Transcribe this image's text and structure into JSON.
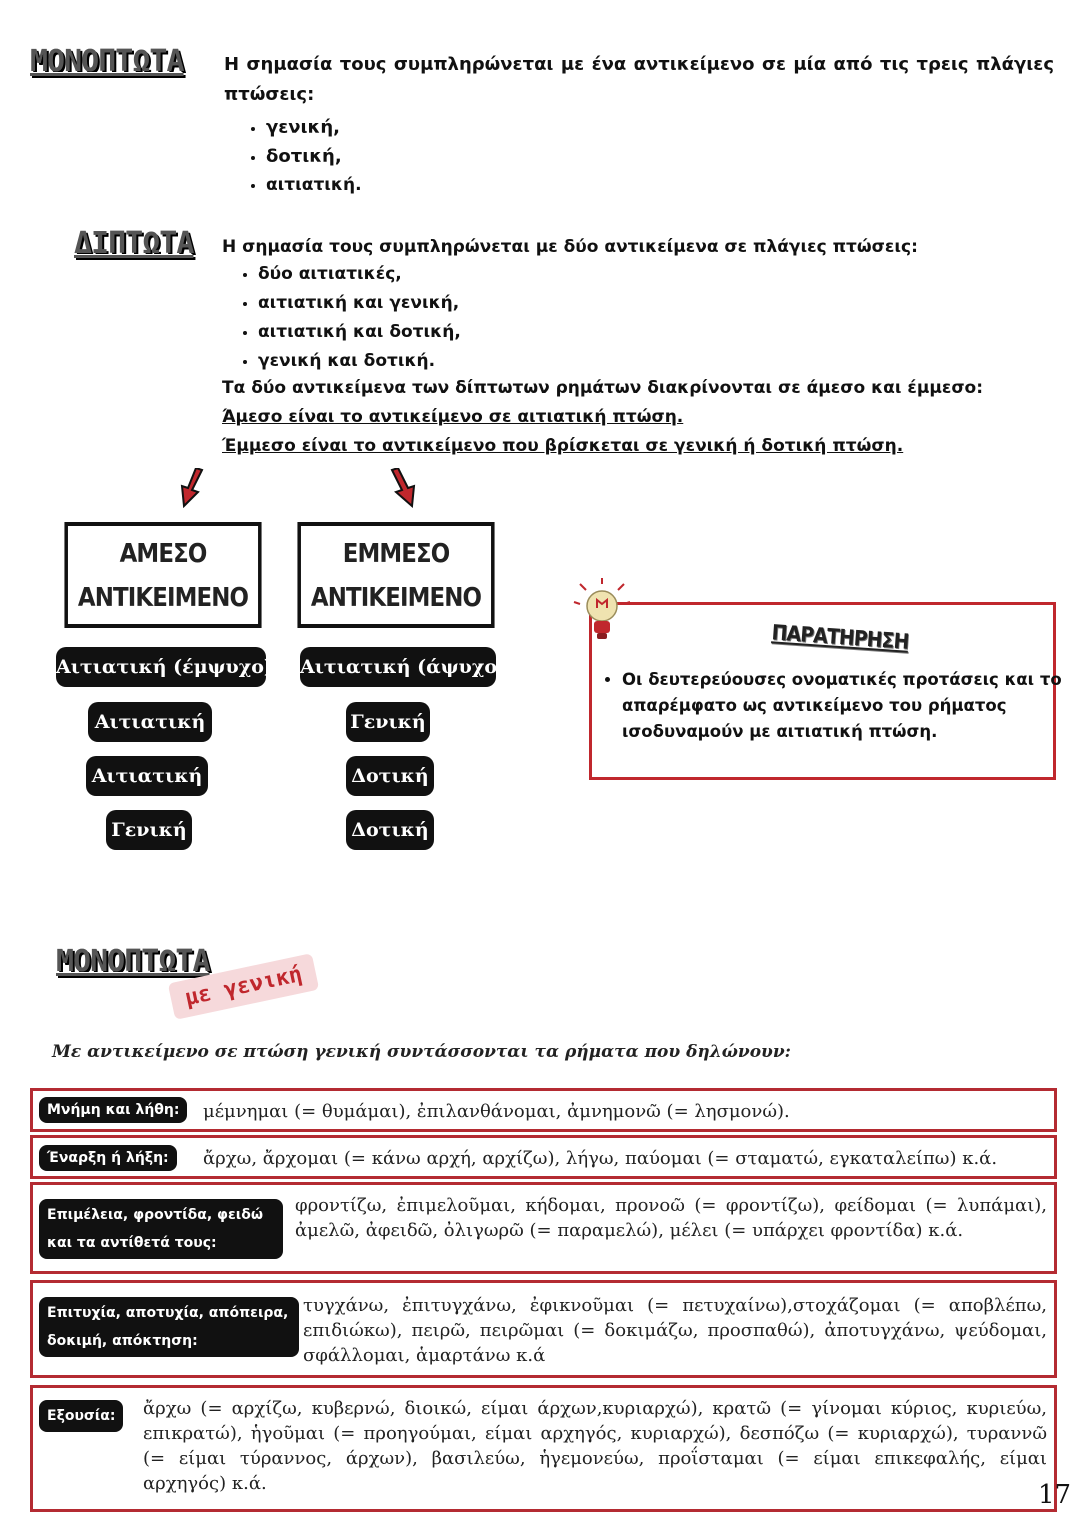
{
  "monoptota": {
    "title": "ΜΟΝΟΠΤΩΤΑ",
    "text": "Η σημασία τους συμπληρώνεται με ένα αντικείμενο σε μία από τις τρεις πλάγιες πτώσεις:",
    "cases": [
      "γενική,",
      "δοτική,",
      "αιτιατική."
    ]
  },
  "diptota": {
    "title": "ΔΙΠΤΩΤΑ",
    "text": "Η σημασία τους συμπληρώνεται με δύο αντικείμενα σε πλάγιες πτώσεις:",
    "cases": [
      "δύο αιτιατικές,",
      "αιτιατική και γενική,",
      "αιτιατική και δοτική,",
      "γενική και δοτική."
    ],
    "distinction": "Τα δύο αντικείμενα των δίπτωτων ρημάτων διακρίνονται σε άμεσο και έμμεσο:",
    "direct_def": "Άμεσο είναι το αντικείμενο σε αιτιατική πτώση.",
    "indirect_def": "Έμμεσο είναι το αντικείμενο που βρίσκεται σε γενική ή δοτική πτώση."
  },
  "direct": {
    "line1": "ΑΜΕΣΟ",
    "line2": "ΑΝΤΙΚΕΙΜΕΝΟ",
    "pills": [
      "Αιτιατική (έμψυχο)",
      "Αιτιατική",
      "Αιτιατική",
      "Γενική"
    ]
  },
  "indirect": {
    "line1": "ΕΜΜΕΣΟ",
    "line2": "ΑΝΤΙΚΕΙΜΕΝΟ",
    "pills": [
      "Αιτιατική (άψυχο)",
      "Γενική",
      "Δοτική",
      "Δοτική"
    ]
  },
  "note": {
    "title": "ΠΑΡΑΤΗΡΗΣΗ",
    "text": "Οι δευτερεύουσες ονοματικές προτάσεις και το απαρέμφατο ως αντικείμενο του ρήματος ισοδυναμούν με αιτιατική πτώση."
  },
  "genitive": {
    "title": "ΜΟΝΟΠΤΩΤΑ",
    "subtitle": "με γενική",
    "intro": "Με αντικείμενο σε πτώση γενική συντάσσονται τα ρήματα που δηλώνουν:",
    "rows": [
      {
        "tag": "Μνήμη και λήθη:",
        "text": "μέμνημαι (= θυμάμαι), ἐπιλανθάνομαι, ἀμνημονῶ (= λησμονώ)."
      },
      {
        "tag": "Έναρξη ή λήξη:",
        "text": "ἄρχω, ἄρχομαι (= κάνω αρχή, αρχίζω), λήγω, παύομαι (= σταματώ, εγκαταλείπω) κ.ά."
      },
      {
        "tag": "Επιμέλεια, φροντίδα, φειδώ και τα αντίθετά τους:",
        "text": "φροντίζω, ἐπιμελοῦμαι, κήδομαι, προνοῶ (= φροντίζω), φείδομαι (= λυπάμαι), ἀμελῶ, ἀφειδῶ, ὀλιγωρῶ (= παραμελώ), μέλει (= υπάρχει φροντίδα) κ.ά."
      },
      {
        "tag": "Επιτυχία, αποτυχία, απόπειρα, δοκιμή, απόκτηση:",
        "text": "τυγχάνω, ἐπιτυγχάνω, ἐφικνοῦμαι (= πετυχαίνω),στοχάζομαι (= αποβλέπω, επιδιώκω), πειρῶ, πειρῶμαι (= δοκιμάζω, προσπαθώ), ἀποτυγχάνω, ψεύδομαι, σφάλλομαι, ἁμαρτάνω κ.ά"
      },
      {
        "tag": "Εξουσία:",
        "text": "ἄρχω (= αρχίζω, κυβερνώ, διοικώ, είμαι άρχων,κυριαρχώ), κρατῶ (= γίνομαι κύριος, κυριεύω, επικρατώ), ἡγοῦμαι (= προηγούμαι, είμαι αρχηγός, κυριαρχώ), δεσπόζω (= κυριαρχώ), τυραννῶ (= είμαι τύραννος, άρχων), βασιλεύω, ἡγεμονεύω, προΐσταμαι (= είμαι επικεφαλής, είμαι αρχηγός) κ.ά."
      }
    ]
  },
  "page_number": "17",
  "colors": {
    "accent_red": "#c0272d",
    "pill_black": "#111111",
    "sticker_pink": "#f6d9db"
  },
  "icons": [
    "arrow-down-left-icon",
    "arrow-down-right-icon",
    "lightbulb-icon"
  ]
}
